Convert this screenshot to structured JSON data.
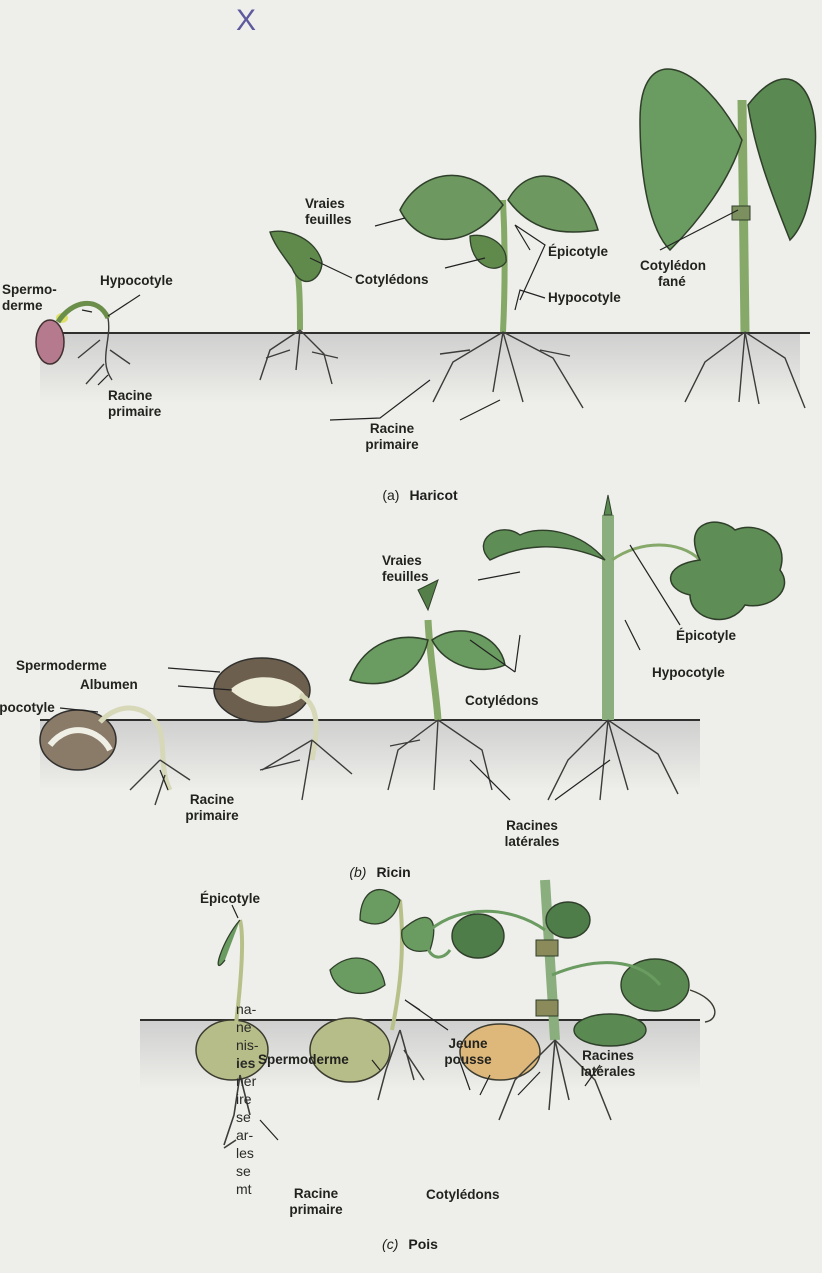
{
  "mark": "X",
  "panel_a": {
    "caption_letter": "(a)",
    "caption_name": "Haricot",
    "labels": {
      "spermoderme": "Spermo-",
      "spermoderme_2": "derme",
      "hypocotyle_1": "Hypocotyle",
      "racine_primaire_1_a": "Racine",
      "racine_primaire_1_b": "primaire",
      "vraies_feuilles_a": "Vraies",
      "vraies_feuilles_b": "feuilles",
      "cotyledons": "Cotylédons",
      "epicotyle": "Épicotyle",
      "hypocotyle_2": "Hypocotyle",
      "cotyledon_fane_a": "Cotylédon",
      "cotyledon_fane_b": "fané",
      "racine_primaire_2_a": "Racine",
      "racine_primaire_2_b": "primaire"
    }
  },
  "panel_b": {
    "caption_letter": "(b)",
    "caption_name": "Ricin",
    "labels": {
      "vraies_feuilles_a": "Vraies",
      "vraies_feuilles_b": "feuilles",
      "epicotyle": "Épicotyle",
      "spermoderme": "Spermoderme",
      "albumen": "Albumen",
      "hypocotyle_left": "Hypocotyle",
      "hypocotyle_right": "Hypocotyle",
      "cotyledons": "Cotylédons",
      "racine_primaire_a": "Racine",
      "racine_primaire_b": "primaire",
      "racines_laterales_a": "Racines",
      "racines_laterales_b": "latérales"
    }
  },
  "panel_c": {
    "caption_letter": "(c)",
    "caption_name": "Pois",
    "labels": {
      "epicotyle": "Épicotyle",
      "jeune_pousse_a": "Jeune",
      "jeune_pousse_b": "pousse",
      "spermoderme": "Spermoderme",
      "racines_laterales_a": "Racines",
      "racines_laterales_b": "latérales",
      "cotyledons": "Cotylédons",
      "racine_primaire_a": "Racine",
      "racine_primaire_b": "primaire"
    }
  },
  "edge_text": [
    "na-",
    "ne",
    "nis-",
    "ies",
    "ner",
    "ire",
    "se",
    "ar-",
    "les",
    "se",
    "mt"
  ]
}
